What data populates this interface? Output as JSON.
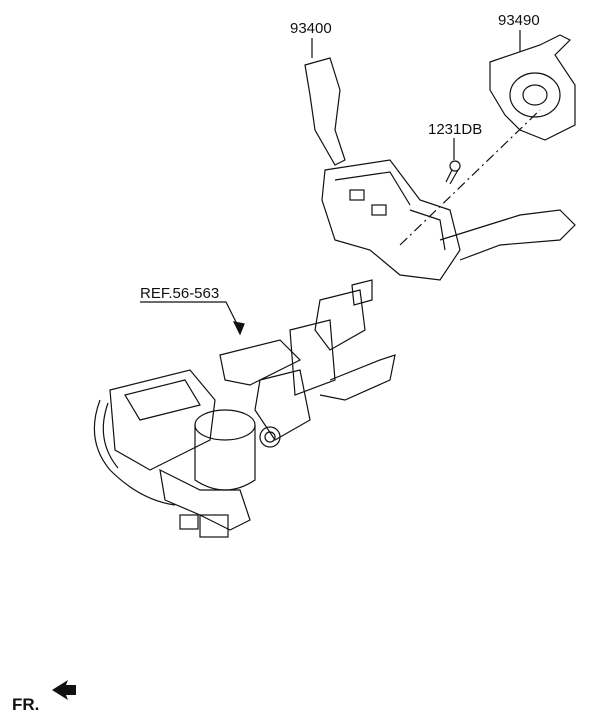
{
  "labels": {
    "switch": "93400",
    "clock_spring": "93490",
    "screw": "1231DB",
    "ref": "REF.56-563",
    "front": "FR."
  }
}
